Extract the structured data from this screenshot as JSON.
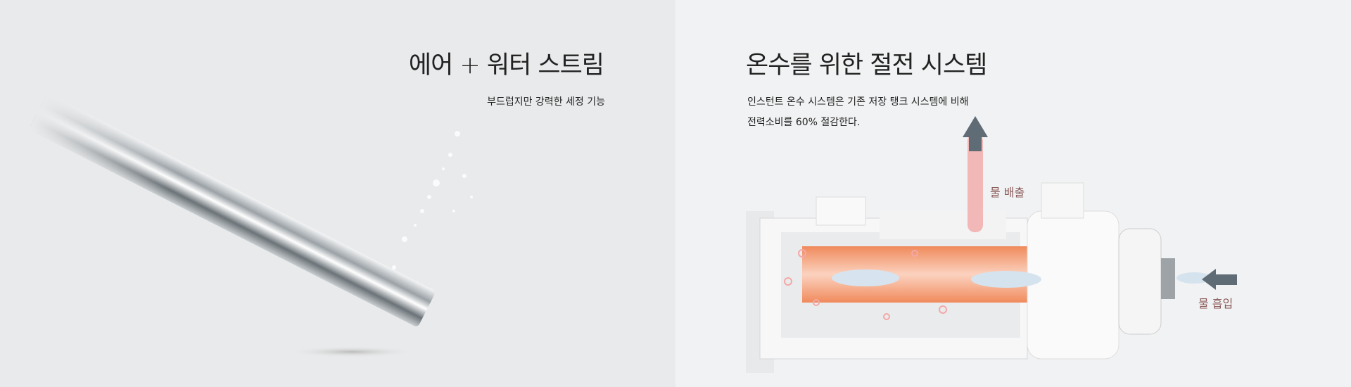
{
  "left": {
    "title": "에어 + 워터 스트림",
    "subtitle": "부드럽지만 강력한 세정 기능"
  },
  "right": {
    "title": "온수를 위한 절전 시스템",
    "description_lines": [
      "인스턴트 온수 시스템은 기존 저장 탱크 시스템에 비해",
      "전력소비를 60% 절감한다."
    ],
    "label_outlet": "물 배출",
    "label_inlet": "물 흡입"
  },
  "colors": {
    "left_bg": "#e9eaeb",
    "right_bg": "#f1f2f3",
    "heater": "#f4a07c",
    "arrow": "#5f6b75"
  }
}
